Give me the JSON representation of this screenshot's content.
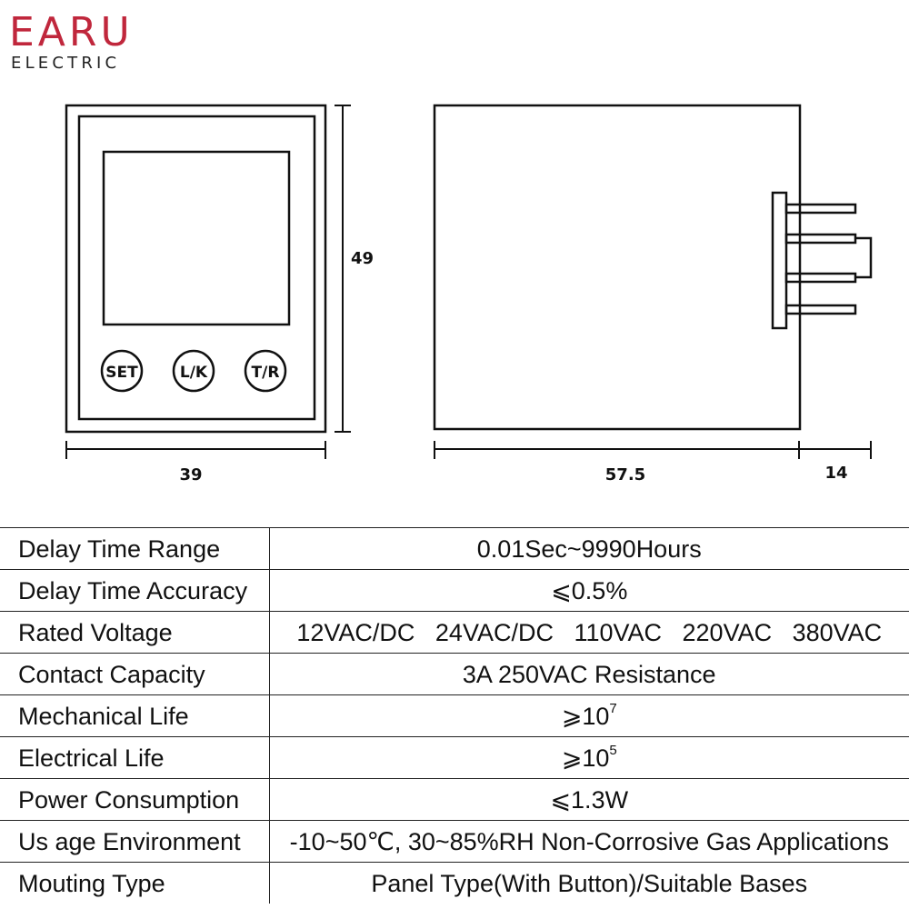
{
  "brand": {
    "name": "EARU",
    "subtitle": "ELECTRIC",
    "color": "#c0273c"
  },
  "drawing": {
    "front_view": {
      "buttons": [
        "SET",
        "L/K",
        "T/R"
      ],
      "height_label": "49",
      "width_label": "39"
    },
    "side_view": {
      "body_length_label": "57.5",
      "pin_length_label": "14"
    }
  },
  "specs": [
    {
      "parameter": "Delay Time Range",
      "value": "0.01Sec~9990Hours"
    },
    {
      "parameter": "Delay Time Accuracy",
      "value": "⩽0.5%"
    },
    {
      "parameter": "Rated Voltage",
      "value": "12VAC/DC   24VAC/DC   110VAC   220VAC   380VAC"
    },
    {
      "parameter": "Contact Capacity",
      "value": "3A 250VAC Resistance"
    },
    {
      "parameter": "Mechanical Life",
      "value": "⩾10",
      "exponent": "7"
    },
    {
      "parameter": "Electrical Life",
      "value": "⩾10",
      "exponent": "5"
    },
    {
      "parameter": "Power Consumption",
      "value": "⩽1.3W"
    },
    {
      "parameter": "Us age Environment",
      "value": "-10~50℃, 30~85%RH Non-Corrosive Gas Applications"
    },
    {
      "parameter": "Mouting Type",
      "value": "Panel Type(With Button)/Suitable Bases"
    }
  ]
}
